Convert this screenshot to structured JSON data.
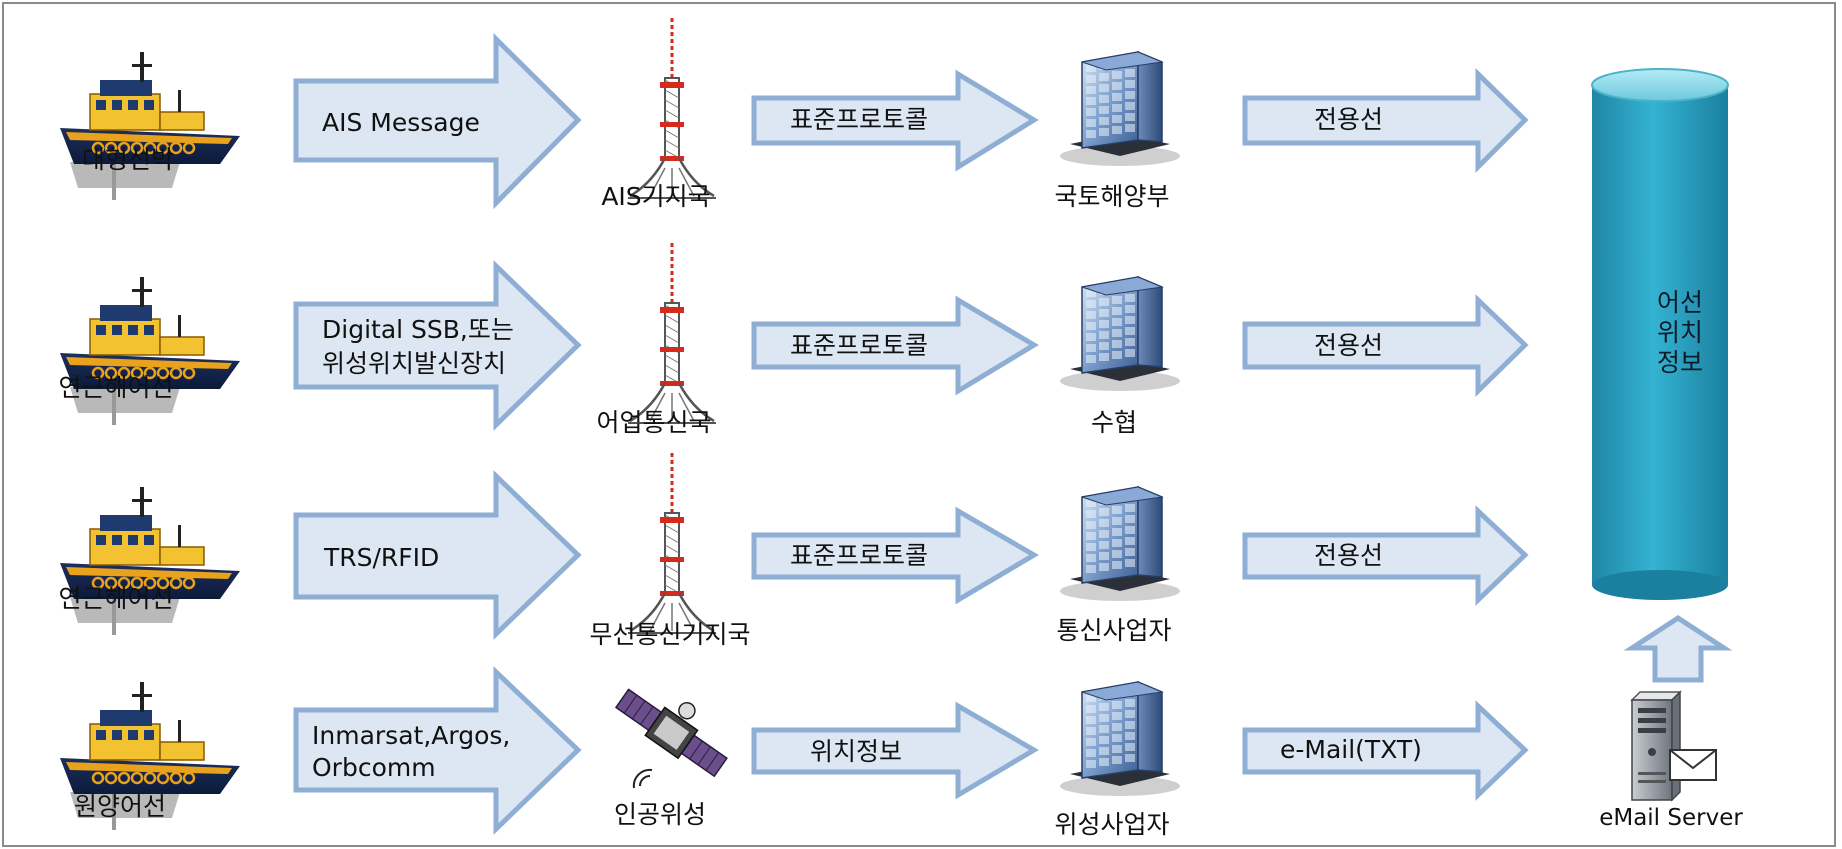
{
  "rows": [
    {
      "ship_label": "대형선박",
      "channel_label": "AIS   Message",
      "station_label": "AIS기지국",
      "station_type": "tower",
      "protocol_label": "표준프로토콜",
      "operator_label": "국토해양부",
      "link_label": "전용선"
    },
    {
      "ship_label": "연근해어선",
      "channel_label": "Digital SSB,또는\n위성위치발신장치",
      "station_label": "어업통신국",
      "station_type": "tower",
      "protocol_label": "표준프로토콜",
      "operator_label": "수협",
      "link_label": "전용선"
    },
    {
      "ship_label": "연근해어선",
      "channel_label": "TRS/RFID",
      "station_label": "무선통신기지국",
      "station_type": "tower",
      "protocol_label": "표준프로토콜",
      "operator_label": "통신사업자",
      "link_label": "전용선"
    },
    {
      "ship_label": "원양어선",
      "channel_label": "Inmarsat,Argos,\nOrbcomm",
      "station_label": "인공위성",
      "station_type": "satellite",
      "protocol_label": "위치정보",
      "operator_label": "위성사업자",
      "link_label": "e-Mail(TXT)"
    }
  ],
  "database_label": "어선\n위치\n정보",
  "email_server_label": "eMail Server",
  "icons": {
    "ship": "tugboat-icon",
    "tower": "radio-tower-icon",
    "satellite": "satellite-icon",
    "building": "office-building-icon",
    "database": "database-cylinder-icon",
    "server": "email-server-icon"
  },
  "colors": {
    "arrow_fill": "#dde7f3",
    "arrow_stroke": "#8eaed4",
    "cylinder_top": "#7fd3e3",
    "cylinder_body": "#2ea4c4",
    "tower_red": "#d42b1e"
  }
}
